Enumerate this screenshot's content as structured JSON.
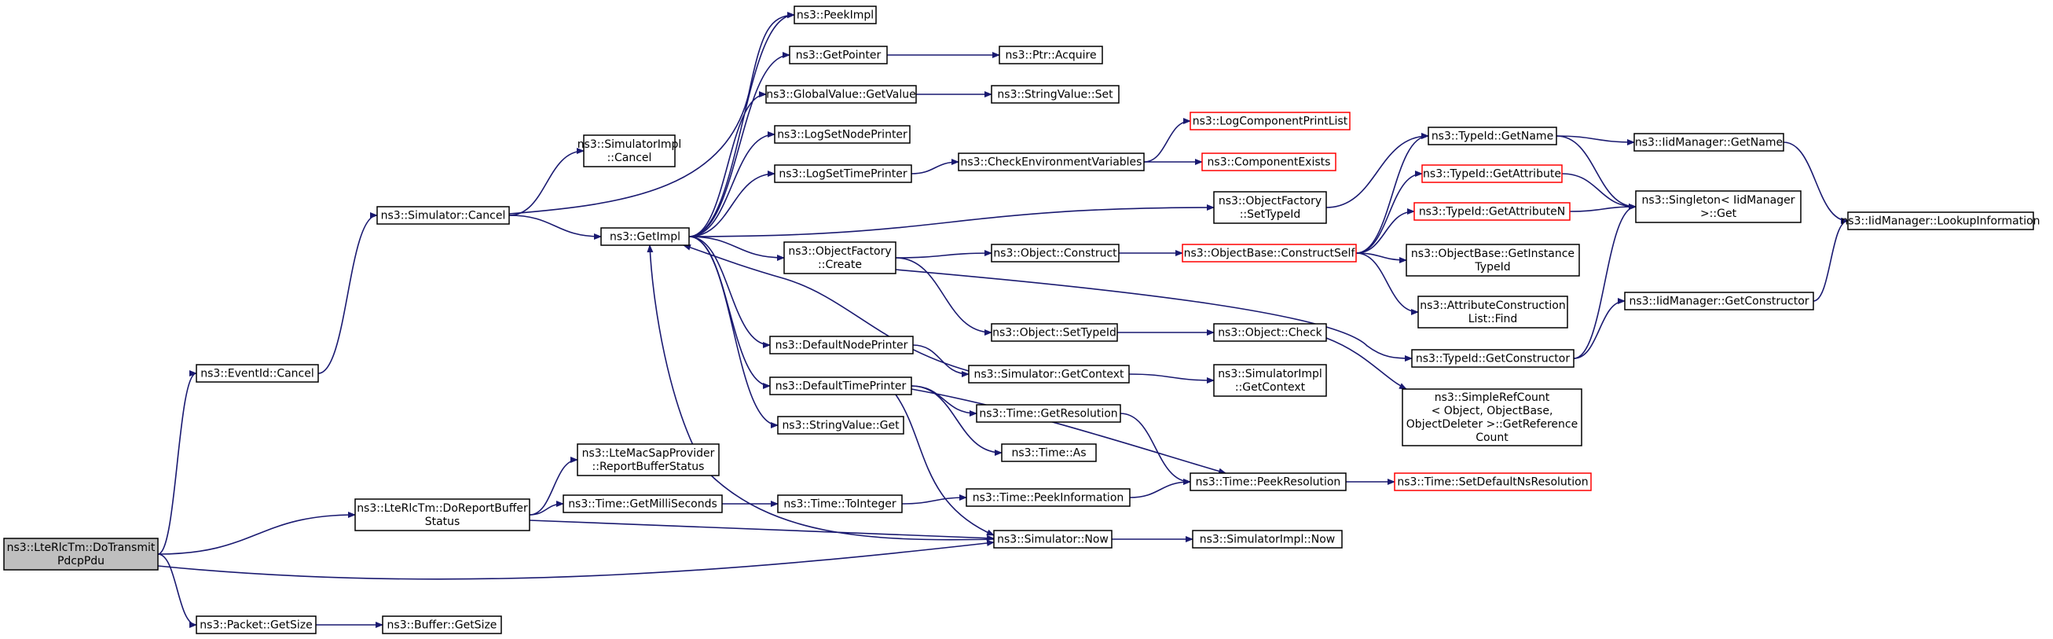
{
  "nodes": [
    {
      "id": "root",
      "lines": [
        "ns3::LteRlcTm::DoTransmit",
        "PdcpPdu"
      ],
      "style": "root"
    },
    {
      "id": "eventid_cancel",
      "lines": [
        "ns3::EventId::Cancel"
      ]
    },
    {
      "id": "dorbs",
      "lines": [
        "ns3::LteRlcTm::DoReportBuffer",
        "Status"
      ]
    },
    {
      "id": "packet_getsize",
      "lines": [
        "ns3::Packet::GetSize"
      ]
    },
    {
      "id": "buffer_getsize",
      "lines": [
        "ns3::Buffer::GetSize"
      ]
    },
    {
      "id": "sim_cancel",
      "lines": [
        "ns3::Simulator::Cancel"
      ]
    },
    {
      "id": "simimpl_cancel",
      "lines": [
        "ns3::SimulatorImpl",
        "::Cancel"
      ]
    },
    {
      "id": "getimpl",
      "lines": [
        "ns3::GetImpl"
      ]
    },
    {
      "id": "peekimpl",
      "lines": [
        "ns3::PeekImpl"
      ]
    },
    {
      "id": "getpointer",
      "lines": [
        "ns3::GetPointer"
      ]
    },
    {
      "id": "ptr_acquire",
      "lines": [
        "ns3::Ptr::Acquire"
      ]
    },
    {
      "id": "gv_getvalue",
      "lines": [
        "ns3::GlobalValue::GetValue"
      ]
    },
    {
      "id": "sv_set",
      "lines": [
        "ns3::StringValue::Set"
      ]
    },
    {
      "id": "lognodeprinter",
      "lines": [
        "ns3::LogSetNodePrinter"
      ]
    },
    {
      "id": "logtimeprinter",
      "lines": [
        "ns3::LogSetTimePrinter"
      ]
    },
    {
      "id": "checkenv",
      "lines": [
        "ns3::CheckEnvironmentVariables"
      ]
    },
    {
      "id": "logcomp_printlist",
      "lines": [
        "ns3::LogComponentPrintList"
      ],
      "style": "red"
    },
    {
      "id": "compexists",
      "lines": [
        "ns3::ComponentExists"
      ],
      "style": "red"
    },
    {
      "id": "of_settypeid",
      "lines": [
        "ns3::ObjectFactory",
        "::SetTypeId"
      ]
    },
    {
      "id": "of_create",
      "lines": [
        "ns3::ObjectFactory",
        "::Create"
      ]
    },
    {
      "id": "obj_construct",
      "lines": [
        "ns3::Object::Construct"
      ]
    },
    {
      "id": "ob_constructself",
      "lines": [
        "ns3::ObjectBase::ConstructSelf"
      ],
      "style": "red"
    },
    {
      "id": "obj_settypeid",
      "lines": [
        "ns3::Object::SetTypeId"
      ]
    },
    {
      "id": "obj_check",
      "lines": [
        "ns3::Object::Check"
      ]
    },
    {
      "id": "defnodeprinter",
      "lines": [
        "ns3::DefaultNodePrinter"
      ]
    },
    {
      "id": "sim_getcontext",
      "lines": [
        "ns3::Simulator::GetContext"
      ]
    },
    {
      "id": "simimpl_getcontext",
      "lines": [
        "ns3::SimulatorImpl",
        "::GetContext"
      ]
    },
    {
      "id": "deftimeprinter",
      "lines": [
        "ns3::DefaultTimePrinter"
      ]
    },
    {
      "id": "sv_get",
      "lines": [
        "ns3::StringValue::Get"
      ]
    },
    {
      "id": "time_getres",
      "lines": [
        "ns3::Time::GetResolution"
      ]
    },
    {
      "id": "time_as",
      "lines": [
        "ns3::Time::As"
      ]
    },
    {
      "id": "lms_rbs",
      "lines": [
        "ns3::LteMacSapProvider",
        "::ReportBufferStatus"
      ]
    },
    {
      "id": "time_getms",
      "lines": [
        "ns3::Time::GetMilliSeconds"
      ]
    },
    {
      "id": "time_tointeger",
      "lines": [
        "ns3::Time::ToInteger"
      ]
    },
    {
      "id": "time_peekinfo",
      "lines": [
        "ns3::Time::PeekInformation"
      ]
    },
    {
      "id": "time_peekres",
      "lines": [
        "ns3::Time::PeekResolution"
      ]
    },
    {
      "id": "time_setdefns",
      "lines": [
        "ns3::Time::SetDefaultNsResolution"
      ],
      "style": "red"
    },
    {
      "id": "sim_now",
      "lines": [
        "ns3::Simulator::Now"
      ]
    },
    {
      "id": "simimpl_now",
      "lines": [
        "ns3::SimulatorImpl::Now"
      ]
    },
    {
      "id": "typeid_getname",
      "lines": [
        "ns3::TypeId::GetName"
      ]
    },
    {
      "id": "typeid_getattr",
      "lines": [
        "ns3::TypeId::GetAttribute"
      ],
      "style": "red"
    },
    {
      "id": "typeid_getattrn",
      "lines": [
        "ns3::TypeId::GetAttributeN"
      ],
      "style": "red"
    },
    {
      "id": "ob_getinsttid",
      "lines": [
        "ns3::ObjectBase::GetInstance",
        "TypeId"
      ]
    },
    {
      "id": "acl_find",
      "lines": [
        "ns3::AttributeConstruction",
        "List::Find"
      ]
    },
    {
      "id": "typeid_getconstructor",
      "lines": [
        "ns3::TypeId::GetConstructor"
      ]
    },
    {
      "id": "srefcount",
      "lines": [
        "ns3::SimpleRefCount",
        "< Object, ObjectBase,",
        "ObjectDeleter >::GetReference",
        "Count"
      ]
    },
    {
      "id": "iidm_getname",
      "lines": [
        "ns3::IidManager::GetName"
      ]
    },
    {
      "id": "singleton_get",
      "lines": [
        "ns3::Singleton< IidManager",
        ">::Get"
      ]
    },
    {
      "id": "iidm_lookupinfo",
      "lines": [
        "ns3::IidManager::LookupInformation"
      ]
    },
    {
      "id": "iidm_getconstructor",
      "lines": [
        "ns3::IidManager::GetConstructor"
      ]
    }
  ],
  "edges": [
    [
      "root",
      "eventid_cancel"
    ],
    [
      "root",
      "dorbs"
    ],
    [
      "root",
      "sim_now"
    ],
    [
      "root",
      "packet_getsize"
    ],
    [
      "packet_getsize",
      "buffer_getsize"
    ],
    [
      "eventid_cancel",
      "sim_cancel"
    ],
    [
      "sim_cancel",
      "simimpl_cancel"
    ],
    [
      "sim_cancel",
      "getimpl"
    ],
    [
      "sim_cancel",
      "peekimpl"
    ],
    [
      "getimpl",
      "peekimpl"
    ],
    [
      "getimpl",
      "getpointer"
    ],
    [
      "getimpl",
      "gv_getvalue"
    ],
    [
      "getimpl",
      "lognodeprinter"
    ],
    [
      "getimpl",
      "logtimeprinter"
    ],
    [
      "getimpl",
      "of_settypeid"
    ],
    [
      "getimpl",
      "of_create"
    ],
    [
      "getimpl",
      "defnodeprinter"
    ],
    [
      "getimpl",
      "deftimeprinter"
    ],
    [
      "getimpl",
      "sv_get"
    ],
    [
      "getpointer",
      "ptr_acquire"
    ],
    [
      "gv_getvalue",
      "sv_set"
    ],
    [
      "logtimeprinter",
      "checkenv"
    ],
    [
      "checkenv",
      "logcomp_printlist"
    ],
    [
      "checkenv",
      "compexists"
    ],
    [
      "of_settypeid",
      "typeid_getname"
    ],
    [
      "of_create",
      "obj_construct"
    ],
    [
      "of_create",
      "obj_settypeid"
    ],
    [
      "of_create",
      "typeid_getconstructor"
    ],
    [
      "obj_construct",
      "ob_constructself"
    ],
    [
      "ob_constructself",
      "typeid_getname"
    ],
    [
      "ob_constructself",
      "typeid_getattr"
    ],
    [
      "ob_constructself",
      "typeid_getattrn"
    ],
    [
      "ob_constructself",
      "ob_getinsttid"
    ],
    [
      "ob_constructself",
      "acl_find"
    ],
    [
      "obj_settypeid",
      "obj_check"
    ],
    [
      "obj_check",
      "srefcount"
    ],
    [
      "defnodeprinter",
      "sim_getcontext"
    ],
    [
      "sim_getcontext",
      "getimpl"
    ],
    [
      "sim_getcontext",
      "simimpl_getcontext"
    ],
    [
      "deftimeprinter",
      "time_getres"
    ],
    [
      "deftimeprinter",
      "time_as"
    ],
    [
      "deftimeprinter",
      "sim_now"
    ],
    [
      "deftimeprinter",
      "time_peekres"
    ],
    [
      "time_getres",
      "time_peekres"
    ],
    [
      "sim_now",
      "getimpl"
    ],
    [
      "sim_now",
      "simimpl_now"
    ],
    [
      "dorbs",
      "lms_rbs"
    ],
    [
      "dorbs",
      "time_getms"
    ],
    [
      "dorbs",
      "sim_now"
    ],
    [
      "time_getms",
      "time_tointeger"
    ],
    [
      "time_tointeger",
      "time_peekinfo"
    ],
    [
      "time_peekinfo",
      "time_peekres"
    ],
    [
      "time_peekres",
      "time_setdefns"
    ],
    [
      "typeid_getname",
      "iidm_getname"
    ],
    [
      "typeid_getname",
      "singleton_get"
    ],
    [
      "typeid_getattr",
      "singleton_get"
    ],
    [
      "typeid_getattrn",
      "singleton_get"
    ],
    [
      "iidm_getname",
      "iidm_lookupinfo"
    ],
    [
      "typeid_getconstructor",
      "singleton_get"
    ],
    [
      "typeid_getconstructor",
      "iidm_getconstructor"
    ],
    [
      "iidm_getconstructor",
      "iidm_lookupinfo"
    ]
  ]
}
